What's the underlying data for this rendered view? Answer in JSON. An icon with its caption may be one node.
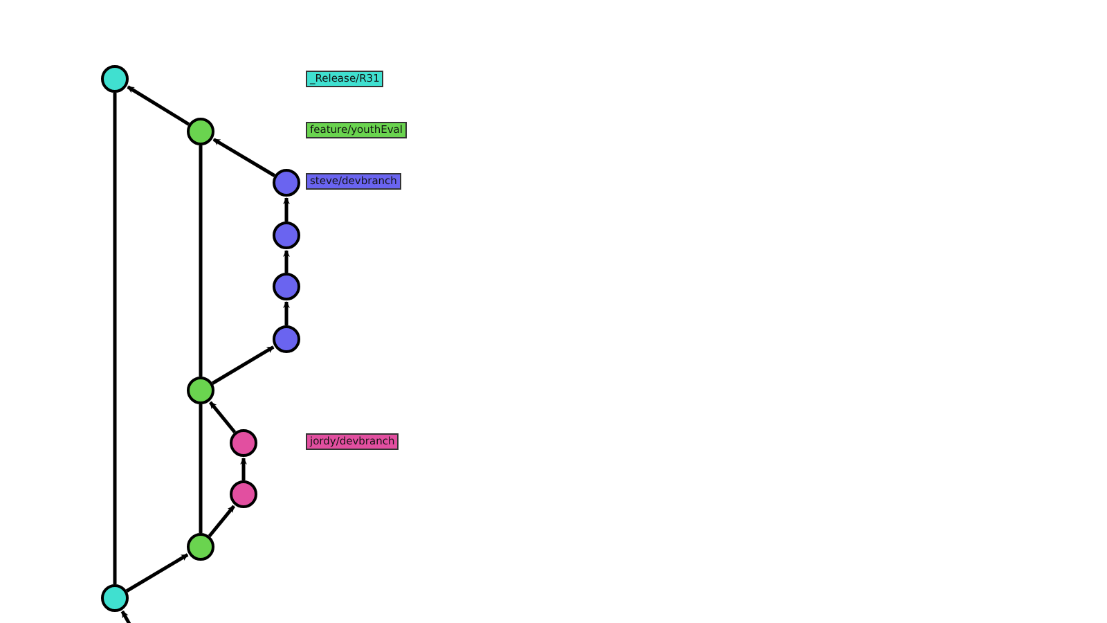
{
  "diagram": {
    "nodes": [
      {
        "text": [],
        "shape": "circle"
      },
      {
        "text": [
          "_Release/R31"
        ]
      },
      {
        "text": [],
        "shape": "circle"
      },
      {
        "text": [
          "feature/youthEval"
        ]
      },
      {
        "text": [],
        "shape": "circle"
      },
      {
        "text": [
          "steve/devbranch"
        ]
      },
      {
        "text": [],
        "shape": "circle"
      },
      {
        "text": [],
        "shape": "circle"
      },
      {
        "text": [],
        "shape": "circle"
      },
      {
        "text": [],
        "shape": "circle"
      },
      {
        "text": [],
        "shape": "circle"
      },
      {
        "text": [
          "jordy/devbranch"
        ]
      },
      {
        "text": [],
        "shape": "circle"
      },
      {
        "text": [],
        "shape": "circle"
      },
      {
        "text": [],
        "shape": "circle"
      }
    ],
    "edges": [
      {
        "from": 2,
        "to": 0,
        "arrow": "to"
      },
      {
        "from": 4,
        "to": 2,
        "arrow": "to"
      },
      {
        "from": 6,
        "to": 4,
        "arrow": "to"
      },
      {
        "from": 7,
        "to": 6,
        "arrow": "to"
      },
      {
        "from": 8,
        "to": 7,
        "arrow": "to"
      },
      {
        "from": 9,
        "to": 8,
        "arrow": "to"
      },
      {
        "from": 10,
        "to": 9,
        "arrow": "to"
      },
      {
        "from": 12,
        "to": 10,
        "arrow": "to"
      },
      {
        "from": 13,
        "to": 12,
        "arrow": "to"
      },
      {
        "from": 14,
        "to": 13,
        "arrow": "to"
      },
      {
        "from": null,
        "to": 14,
        "arrow": "to"
      },
      {
        "from": 14,
        "to": 0,
        "arrow": "none"
      },
      {
        "from": 13,
        "to": 9,
        "arrow": "none"
      },
      {
        "from": 9,
        "to": 2,
        "arrow": "none"
      }
    ]
  }
}
